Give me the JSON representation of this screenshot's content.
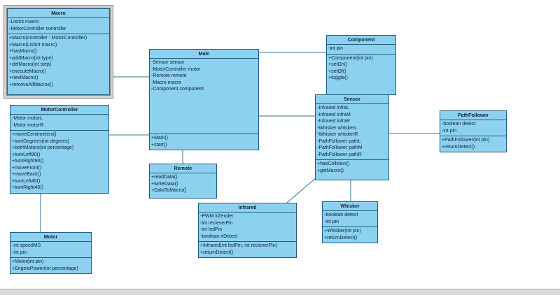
{
  "app": {
    "scrollbar_fill": "#d9d9d9"
  },
  "diagram": {
    "colors": {
      "class_fill": "#8dd1f0",
      "class_border": "#205e80",
      "class_text": "#0d2233",
      "connector": "#35708e",
      "selection_frame": "#d2d2d2"
    },
    "classes": {
      "macro": {
        "title": "Macro",
        "selected": true,
        "attributes": [
          "-ListInt macro",
          "-MotorController controller"
        ],
        "methods": [
          "+Macro(controller : MotorController)",
          "+Macro(ListInt macro)",
          "+hasMacro()",
          "+addMacro(int type)",
          "+delMacro(int step)",
          "+executeMacro()",
          "+nextMacro()",
          "+removeAllMacros()"
        ]
      },
      "motorcontroller": {
        "title": "MotorController",
        "attributes": [
          "-Motor motorL",
          "-Motor motorR"
        ],
        "methods": [
          "+moveCentimeters()",
          "+turnDegrees(int degrees)",
          "+bothMotors(int percentage)",
          "+turnLeft90()",
          "+turnRight90()",
          "+moveFront()",
          "+moveBack()",
          "+turnLeft45()",
          "+turnRight45()"
        ]
      },
      "motor": {
        "title": "Motor",
        "attributes": [
          "-int speedMS",
          "-int pin"
        ],
        "methods": [
          "+Motor(int pin)",
          "+EnginePower(int percentage)"
        ]
      },
      "main": {
        "title": "Main",
        "attributes": [
          "-Sensor sensor",
          "-MotorController motor",
          "-Remote remote",
          "-Macro macro",
          "-Component component"
        ],
        "methods": [
          "+Main()",
          "+start()"
        ]
      },
      "remote": {
        "title": "Remote",
        "attributes": [],
        "methods": [
          "+readData()",
          "+writeData()",
          "+DataToMacro()"
        ]
      },
      "component": {
        "title": "Component",
        "attributes": [
          "-int pin"
        ],
        "methods": [
          "+Component(int pin)",
          "+setOn()",
          "+setOf()",
          "+toggle()"
        ]
      },
      "sensor": {
        "title": "Sensor",
        "attributes": [
          "-Infrared infraL",
          "-Infrared infraM",
          "-Infrared infraR",
          "-Whisker whiskerL",
          "-Whisker whiskerR",
          "-PathFollower pathL",
          "-PathFollower pathM",
          "-PathFollower pathR"
        ],
        "methods": [
          "+hasCollision()",
          "+getMacro()"
        ]
      },
      "pathfollower": {
        "title": "PathFollower",
        "attributes": [
          "-boolean detect",
          "-int pin"
        ],
        "methods": [
          "+PathFollower(int pin)",
          "+returnDetect()"
        ]
      },
      "infrared": {
        "title": "Infrared",
        "attributes": [
          "-PWM irZender",
          "-int recieverPin",
          "-int ledPin",
          "-boolean irDetect"
        ],
        "methods": [
          "+Infrared(int ledPin, int recieverPin)",
          "+returnDetect()"
        ]
      },
      "whisker": {
        "title": "Whisker",
        "attributes": [
          "-boolean detect",
          "-int pin"
        ],
        "methods": [
          "+Whisker(int pin)",
          "+returnDetect()"
        ]
      }
    },
    "connections": [
      {
        "from": "Macro",
        "to": "Main"
      },
      {
        "from": "MotorController",
        "to": "Main"
      },
      {
        "from": "Main",
        "to": "Component"
      },
      {
        "from": "Main",
        "to": "Sensor"
      },
      {
        "from": "Main",
        "to": "Remote"
      },
      {
        "from": "MotorController",
        "to": "Motor"
      },
      {
        "from": "Sensor",
        "to": "PathFollower"
      },
      {
        "from": "Sensor",
        "to": "Whisker"
      },
      {
        "from": "Sensor",
        "to": "Infrared"
      }
    ]
  }
}
